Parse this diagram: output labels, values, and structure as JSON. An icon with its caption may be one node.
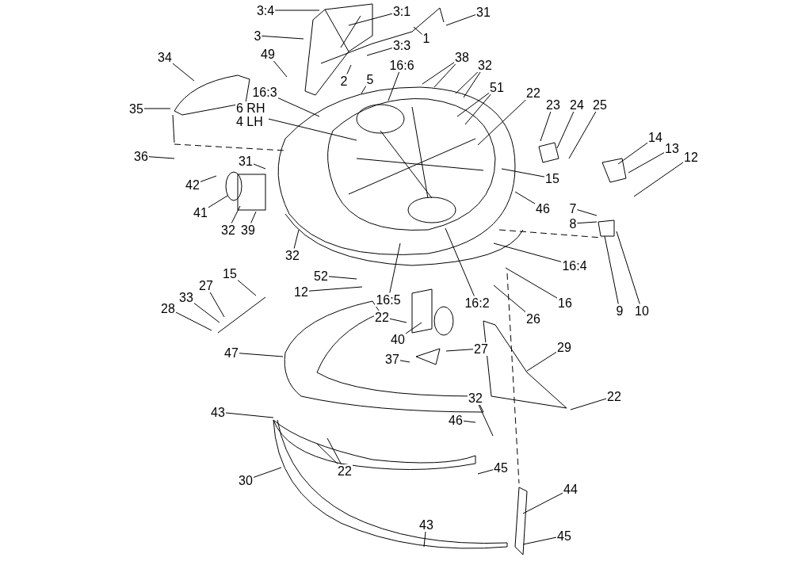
{
  "diagram": {
    "nodes": [
      {
        "text": [
          "3:4"
        ]
      },
      {
        "text": [
          "3:1"
        ]
      },
      {
        "text": [
          "3"
        ]
      },
      {
        "text": [
          "1"
        ]
      },
      {
        "text": [
          "31"
        ]
      },
      {
        "text": [
          "3:3"
        ]
      },
      {
        "text": [
          "34"
        ]
      },
      {
        "text": [
          "49"
        ]
      },
      {
        "text": [
          "2"
        ]
      },
      {
        "text": [
          "5"
        ]
      },
      {
        "text": [
          "16:3"
        ]
      },
      {
        "text": [
          "6 RH 4 LH"
        ]
      },
      {
        "text": [
          "16:6"
        ]
      },
      {
        "text": [
          "38"
        ]
      },
      {
        "text": [
          "32"
        ]
      },
      {
        "text": [
          "51"
        ]
      },
      {
        "text": [
          "22"
        ]
      },
      {
        "text": [
          "23"
        ]
      },
      {
        "text": [
          "24"
        ]
      },
      {
        "text": [
          "25"
        ]
      },
      {
        "text": [
          "14"
        ]
      },
      {
        "text": [
          "13"
        ]
      },
      {
        "text": [
          "12"
        ]
      },
      {
        "text": [
          "15"
        ]
      },
      {
        "text": [
          "46"
        ]
      },
      {
        "text": [
          "35"
        ]
      },
      {
        "text": [
          "36"
        ]
      },
      {
        "text": [
          "31"
        ]
      },
      {
        "text": [
          "42"
        ]
      },
      {
        "text": [
          "41"
        ]
      },
      {
        "text": [
          "32"
        ]
      },
      {
        "text": [
          "39"
        ]
      },
      {
        "text": [
          "32"
        ]
      },
      {
        "text": [
          "7"
        ]
      },
      {
        "text": [
          "8"
        ]
      },
      {
        "text": [
          "9"
        ]
      },
      {
        "text": [
          "10"
        ]
      },
      {
        "text": [
          "16:4"
        ]
      },
      {
        "text": [
          "16"
        ]
      },
      {
        "text": [
          "26"
        ]
      },
      {
        "text": [
          "52"
        ]
      },
      {
        "text": [
          "12"
        ]
      },
      {
        "text": [
          "15"
        ]
      },
      {
        "text": [
          "27"
        ]
      },
      {
        "text": [
          "33"
        ]
      },
      {
        "text": [
          "28"
        ]
      },
      {
        "text": [
          "16:5"
        ]
      },
      {
        "text": [
          "16:2"
        ]
      },
      {
        "text": [
          "22"
        ]
      },
      {
        "text": [
          "40"
        ]
      },
      {
        "text": [
          "27"
        ]
      },
      {
        "text": [
          "37"
        ]
      },
      {
        "text": [
          "29"
        ]
      },
      {
        "text": [
          "47"
        ]
      },
      {
        "text": [
          "22"
        ]
      },
      {
        "text": [
          "43"
        ]
      },
      {
        "text": [
          "32"
        ]
      },
      {
        "text": [
          "46"
        ]
      },
      {
        "text": [
          "22"
        ]
      },
      {
        "text": [
          "30"
        ]
      },
      {
        "text": [
          "45"
        ]
      },
      {
        "text": [
          "44"
        ]
      },
      {
        "text": [
          "43"
        ]
      },
      {
        "text": [
          "45"
        ]
      }
    ],
    "edges": [
      {
        "from": 0,
        "to": null,
        "arrow": "none"
      },
      {
        "from": 1,
        "to": null,
        "arrow": "none"
      },
      {
        "from": 2,
        "to": null,
        "arrow": "none"
      },
      {
        "from": 3,
        "to": null,
        "arrow": "none"
      },
      {
        "from": 4,
        "to": null,
        "arrow": "none"
      },
      {
        "from": 5,
        "to": null,
        "arrow": "none"
      },
      {
        "from": 6,
        "to": null,
        "arrow": "none"
      },
      {
        "from": 7,
        "to": null,
        "arrow": "none"
      },
      {
        "from": 8,
        "to": null,
        "arrow": "none"
      },
      {
        "from": 9,
        "to": null,
        "arrow": "none"
      },
      {
        "from": 10,
        "to": null,
        "arrow": "none"
      },
      {
        "from": 11,
        "to": null,
        "arrow": "none"
      },
      {
        "from": 12,
        "to": null,
        "arrow": "none"
      },
      {
        "from": 13,
        "to": null,
        "arrow": "none"
      },
      {
        "from": 13,
        "to": null,
        "arrow": "none"
      },
      {
        "from": 14,
        "to": null,
        "arrow": "none"
      },
      {
        "from": 14,
        "to": null,
        "arrow": "none"
      },
      {
        "from": 15,
        "to": null,
        "arrow": "none"
      },
      {
        "from": 15,
        "to": null,
        "arrow": "none"
      },
      {
        "from": 16,
        "to": null,
        "arrow": "none"
      },
      {
        "from": 17,
        "to": null,
        "arrow": "none"
      },
      {
        "from": 18,
        "to": null,
        "arrow": "none"
      },
      {
        "from": 19,
        "to": null,
        "arrow": "none"
      },
      {
        "from": 20,
        "to": null,
        "arrow": "none"
      },
      {
        "from": 21,
        "to": null,
        "arrow": "none"
      },
      {
        "from": 22,
        "to": null,
        "arrow": "none"
      },
      {
        "from": 23,
        "to": null,
        "arrow": "none"
      },
      {
        "from": 24,
        "to": null,
        "arrow": "none"
      },
      {
        "from": 25,
        "to": null,
        "arrow": "none"
      },
      {
        "from": 26,
        "to": null,
        "arrow": "none"
      },
      {
        "from": 27,
        "to": null,
        "arrow": "none"
      },
      {
        "from": 28,
        "to": null,
        "arrow": "none"
      },
      {
        "from": 29,
        "to": null,
        "arrow": "none"
      },
      {
        "from": 30,
        "to": null,
        "arrow": "none"
      },
      {
        "from": 31,
        "to": null,
        "arrow": "none"
      },
      {
        "from": 32,
        "to": null,
        "arrow": "none"
      },
      {
        "from": 33,
        "to": null,
        "arrow": "none"
      },
      {
        "from": 34,
        "to": null,
        "arrow": "none"
      },
      {
        "from": 35,
        "to": null,
        "arrow": "none"
      },
      {
        "from": 36,
        "to": null,
        "arrow": "none"
      },
      {
        "from": 37,
        "to": null,
        "arrow": "none"
      },
      {
        "from": 38,
        "to": null,
        "arrow": "none"
      },
      {
        "from": 39,
        "to": null,
        "arrow": "none"
      },
      {
        "from": 40,
        "to": null,
        "arrow": "none"
      },
      {
        "from": 41,
        "to": null,
        "arrow": "none"
      },
      {
        "from": 42,
        "to": null,
        "arrow": "none"
      },
      {
        "from": 43,
        "to": null,
        "arrow": "none"
      },
      {
        "from": 44,
        "to": null,
        "arrow": "none"
      },
      {
        "from": 45,
        "to": null,
        "arrow": "none"
      },
      {
        "from": 46,
        "to": null,
        "arrow": "none"
      },
      {
        "from": 47,
        "to": null,
        "arrow": "none"
      },
      {
        "from": 48,
        "to": null,
        "arrow": "none"
      },
      {
        "from": 49,
        "to": null,
        "arrow": "none"
      },
      {
        "from": 50,
        "to": null,
        "arrow": "none"
      },
      {
        "from": 51,
        "to": null,
        "arrow": "none"
      },
      {
        "from": 52,
        "to": null,
        "arrow": "none"
      },
      {
        "from": 53,
        "to": null,
        "arrow": "none"
      },
      {
        "from": 54,
        "to": null,
        "arrow": "none"
      },
      {
        "from": 55,
        "to": null,
        "arrow": "none"
      },
      {
        "from": 56,
        "to": null,
        "arrow": "none"
      },
      {
        "from": 57,
        "to": null,
        "arrow": "none"
      },
      {
        "from": 58,
        "to": null,
        "arrow": "none"
      },
      {
        "from": 58,
        "to": null,
        "arrow": "none"
      },
      {
        "from": 59,
        "to": null,
        "arrow": "none"
      },
      {
        "from": 60,
        "to": null,
        "arrow": "none"
      },
      {
        "from": 61,
        "to": null,
        "arrow": "none"
      },
      {
        "from": 62,
        "to": null,
        "arrow": "none"
      },
      {
        "from": 63,
        "to": null,
        "arrow": "none"
      }
    ]
  }
}
